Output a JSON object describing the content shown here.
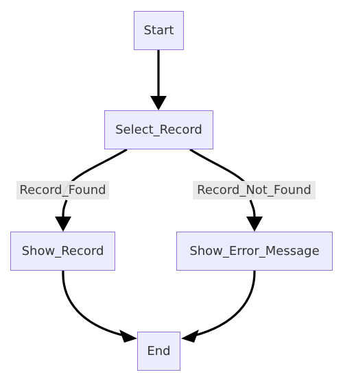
{
  "nodes": {
    "start": "Start",
    "select_record": "Select_Record",
    "show_record": "Show_Record",
    "show_error_message": "Show_Error_Message",
    "end": "End"
  },
  "edges": {
    "record_found": "Record_Found",
    "record_not_found": "Record_Not_Found"
  },
  "colors": {
    "node_fill": "#ECECFF",
    "node_border": "#9370DB",
    "edge_stroke": "#000000",
    "label_background": "#E8E8E8",
    "text": "#333333"
  }
}
